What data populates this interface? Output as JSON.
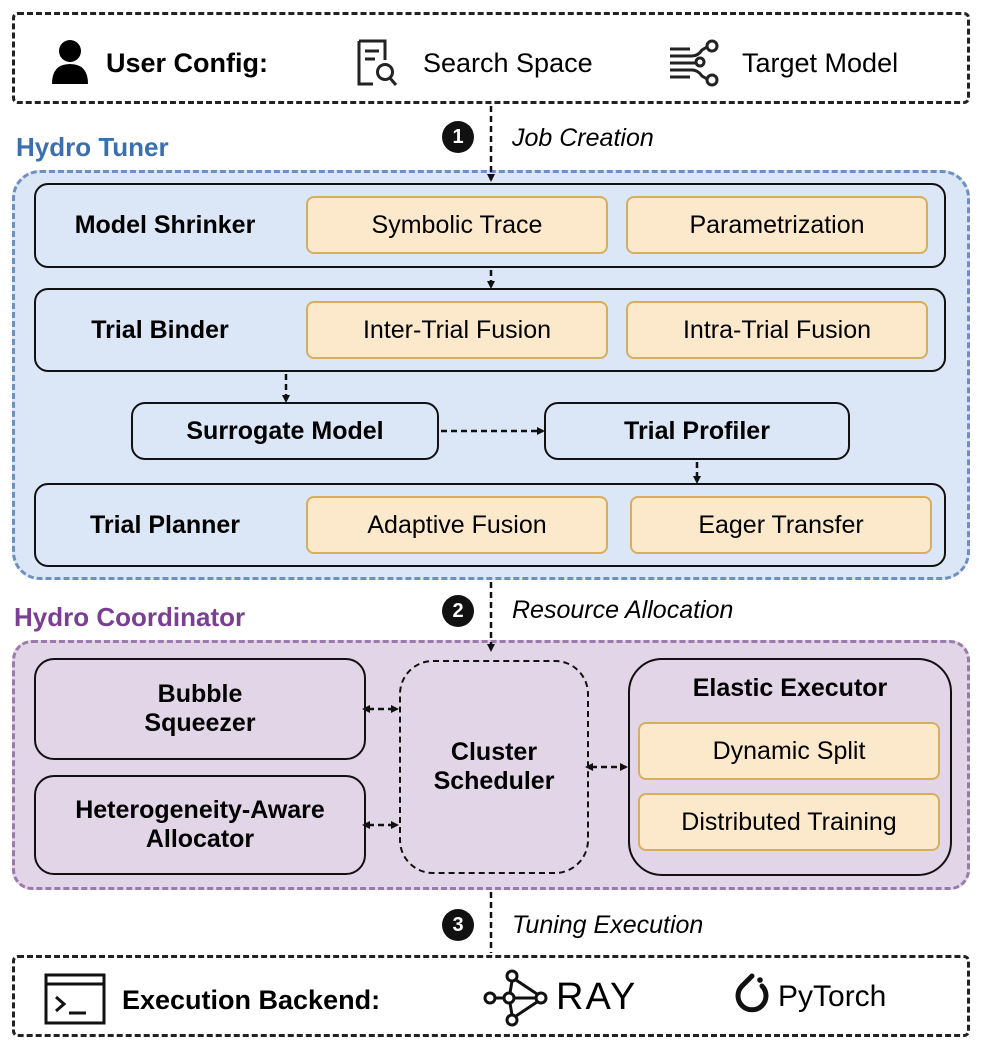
{
  "user_config": {
    "label": "User Config:",
    "search_space": "Search Space",
    "target_model": "Target Model"
  },
  "steps": [
    {
      "num": "1",
      "label": "Job Creation"
    },
    {
      "num": "2",
      "label": "Resource Allocation"
    },
    {
      "num": "3",
      "label": "Tuning Execution"
    }
  ],
  "hydro_tuner": {
    "title": "Hydro Tuner",
    "model_shrinker": {
      "label": "Model Shrinker",
      "items": [
        "Symbolic Trace",
        "Parametrization"
      ]
    },
    "trial_binder": {
      "label": "Trial Binder",
      "items": [
        "Inter-Trial Fusion",
        "Intra-Trial Fusion"
      ]
    },
    "surrogate_model": "Surrogate Model",
    "trial_profiler": "Trial Profiler",
    "trial_planner": {
      "label": "Trial Planner",
      "items": [
        "Adaptive Fusion",
        "Eager Transfer"
      ]
    }
  },
  "hydro_coordinator": {
    "title": "Hydro Coordinator",
    "bubble_squeezer": "Bubble Squeezer",
    "hetero_allocator": "Heterogeneity-Aware Allocator",
    "cluster_scheduler": "Cluster Scheduler",
    "elastic_executor": {
      "label": "Elastic Executor",
      "items": [
        "Dynamic Split",
        "Distributed Training"
      ]
    }
  },
  "execution_backend": {
    "label": "Execution Backend:",
    "ray": "RAY",
    "pytorch": "PyTorch"
  },
  "colors": {
    "tuner_fill": "#dbe6f7",
    "tuner_title": "#3a6fb0",
    "coordinator_fill": "#e3d5e8",
    "coordinator_title": "#7a3f95",
    "pill_fill": "#fce8cb",
    "pill_border": "#d8ae5e"
  }
}
